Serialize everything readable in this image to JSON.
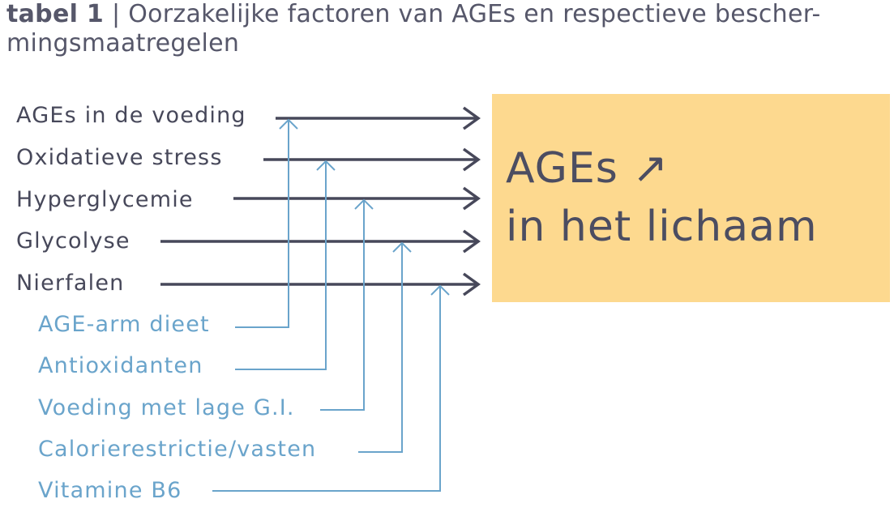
{
  "title": {
    "label": "tabel 1",
    "separator": " | ",
    "text": "Oorzakelijke factoren van AGEs en respectieve bescher-mingsmaatregelen"
  },
  "factors": [
    "AGEs in de voeding",
    "Oxidatieve stress",
    "Hyperglycemie",
    "Glycolyse",
    "Nierfalen"
  ],
  "measures": [
    "AGE-arm dieet",
    "Antioxidanten",
    "Voeding met lage G.I.",
    "Calorierestrictie/vasten",
    "Vitamine B6"
  ],
  "result": {
    "line1": "AGEs ↗",
    "line2": "in het lichaam"
  },
  "colors": {
    "factor": "#47485a",
    "measure": "#6aa4cb",
    "result_fill": "#fdd98f",
    "title": "#56576a"
  }
}
